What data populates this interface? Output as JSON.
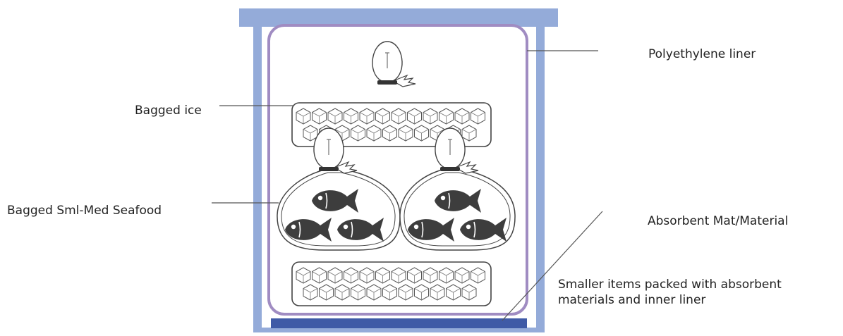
{
  "labels": {
    "polyethylene_liner": "Polyethylene liner",
    "bagged_ice": "Bagged ice",
    "bagged_seafood": "Bagged Sml-Med Seafood",
    "absorbent_mat": "Absorbent Mat/Material",
    "smaller_items_line1": "Smaller items packed with absorbent",
    "smaller_items_line2": "materials and inner liner"
  },
  "colors": {
    "box": "#94abd9",
    "liner": "#a08cc2",
    "mat": "#3f5aa6",
    "fish": "#3d3d3d",
    "outline": "#444444",
    "leader": "#555555"
  },
  "icons": [
    "ice-cube-icon",
    "fish-icon",
    "bag-tie-icon"
  ]
}
